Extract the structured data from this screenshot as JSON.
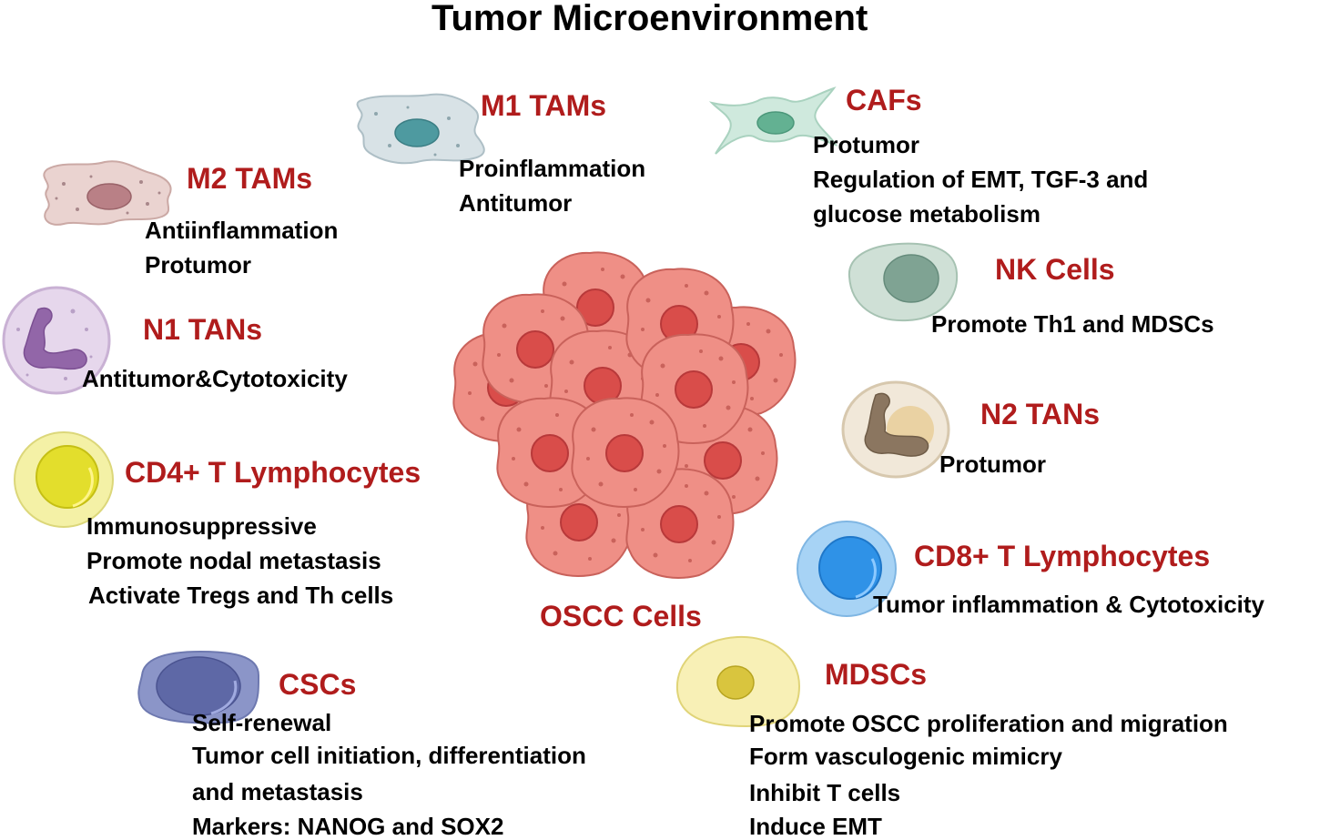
{
  "title": "Tumor Microenvironment",
  "colors": {
    "heading": "#b01c1c",
    "text": "#000000",
    "oscc_fill": "#e9837a",
    "oscc_nucleus": "#d5504c"
  },
  "center": {
    "label": "OSCC Cells"
  },
  "cells": {
    "m2_tams": {
      "name": "M2 TAMs",
      "lines": [
        "Antiinflammation",
        "Protumor"
      ]
    },
    "m1_tams": {
      "name": "M1 TAMs",
      "lines": [
        "Proinflammation",
        "Antitumor"
      ]
    },
    "cafs": {
      "name": "CAFs",
      "lines": [
        "Protumor",
        "Regulation of EMT, TGF-3 and",
        "glucose metabolism"
      ]
    },
    "n1_tans": {
      "name": "N1 TANs",
      "lines": [
        "Antitumor&Cytotoxicity"
      ]
    },
    "nk_cells": {
      "name": "NK Cells",
      "lines": [
        "Promote Th1 and MDSCs"
      ]
    },
    "n2_tans": {
      "name": "N2 TANs",
      "lines": [
        "Protumor"
      ]
    },
    "cd4": {
      "name": "CD4+ T Lymphocytes",
      "lines": [
        "Immunosuppressive",
        "Promote nodal metastasis",
        "Activate Tregs and Th cells"
      ]
    },
    "cd8": {
      "name": "CD8+ T Lymphocytes",
      "lines": [
        "Tumor inflammation & Cytotoxicity"
      ]
    },
    "cscs": {
      "name": "CSCs",
      "lines": [
        "Self-renewal",
        "Tumor cell initiation, differentiation",
        "and metastasis",
        "Markers: NANOG and SOX2"
      ]
    },
    "mdscs": {
      "name": "MDSCs",
      "lines": [
        "Promote OSCC proliferation and migration",
        "Form vasculogenic mimicry",
        "Inhibit T cells",
        "Induce EMT"
      ]
    }
  }
}
